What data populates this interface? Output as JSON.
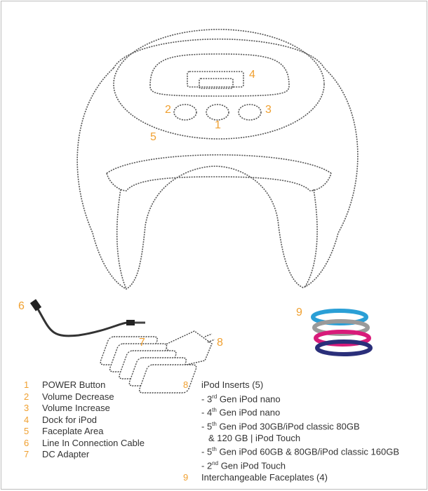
{
  "callouts": {
    "c1": "1",
    "c2": "2",
    "c3": "3",
    "c4": "4",
    "c5": "5",
    "c6": "6",
    "c7": "7",
    "c8": "8",
    "c9": "9"
  },
  "legend_left": [
    {
      "num": "1",
      "label": "POWER Button"
    },
    {
      "num": "2",
      "label": "Volume Decrease"
    },
    {
      "num": "3",
      "label": "Volume Increase"
    },
    {
      "num": "4",
      "label": "Dock for iPod"
    },
    {
      "num": "5",
      "label": "Faceplate Area"
    },
    {
      "num": "6",
      "label": "Line In Connection Cable"
    },
    {
      "num": "7",
      "label": "DC Adapter"
    }
  ],
  "legend_right": {
    "item8": {
      "num": "8",
      "label": "iPod Inserts (5)"
    },
    "inserts": {
      "i1": {
        "pre": "- 3",
        "sup": "rd",
        "post": " Gen iPod nano"
      },
      "i2": {
        "pre": "- 4",
        "sup": "th",
        "post": " Gen iPod nano"
      },
      "i3": {
        "pre": "- 5",
        "sup": "th",
        "post": " Gen iPod 30GB/iPod classic 80GB"
      },
      "i3b": "& 120 GB | iPod Touch",
      "i4": {
        "pre": "- 5",
        "sup": "th",
        "post": " Gen iPod 60GB & 80GB/iPod classic 160GB"
      },
      "i5": {
        "pre": "- 2",
        "sup": "nd",
        "post": " Gen iPod Touch"
      }
    },
    "item9": {
      "num": "9",
      "label": "Interchangeable Faceplates (4)"
    }
  },
  "colors": {
    "callout": "#f0a030",
    "ring_blue": "#2a9fd6",
    "ring_silver": "#9a9a9a",
    "ring_pink": "#d81b7a",
    "ring_navy": "#2a2f7a"
  }
}
